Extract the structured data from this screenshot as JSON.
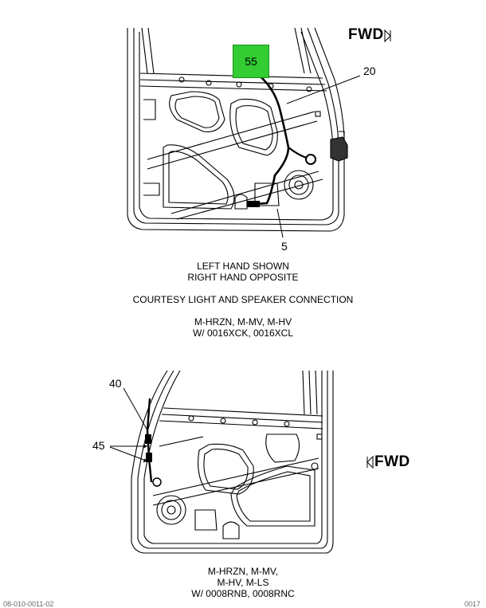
{
  "top_diagram": {
    "fwd_label": "FWD",
    "callouts": [
      "55",
      "20",
      "5"
    ],
    "captions": [
      "LEFT HAND SHOWN",
      "RIGHT HAND OPPOSITE",
      "COURTESY LIGHT AND SPEAKER CONNECTION",
      "M-HRZN, M-MV, M-HV",
      "W/ 0016XCK, 0016XCL"
    ],
    "highlight_color": "#33cc33"
  },
  "bottom_diagram": {
    "fwd_label": "FWD",
    "callouts": [
      "40",
      "45"
    ],
    "captions": [
      "M-HRZN, M-MV,",
      "M-HV, M-LS",
      "W/ 0008RNB, 0008RNC"
    ]
  },
  "footer": {
    "left": "08-010-0011-02",
    "right": "0017"
  }
}
